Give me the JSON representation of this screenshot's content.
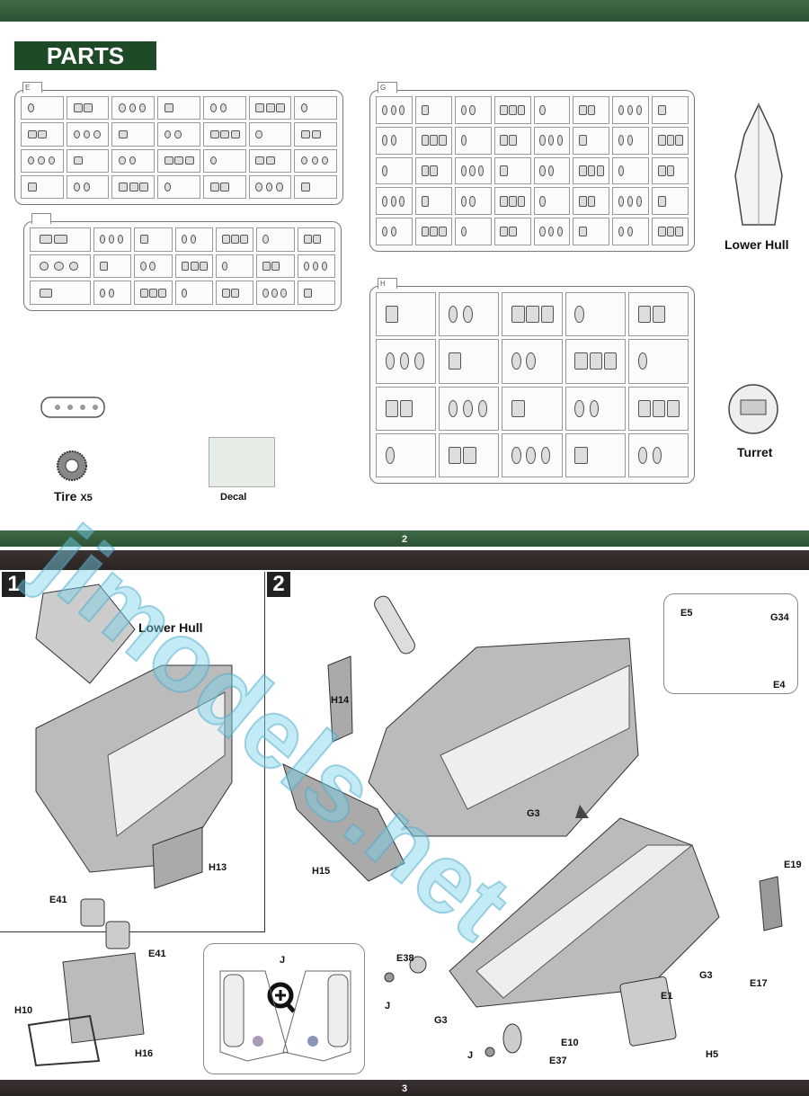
{
  "page_top": {
    "number": "2",
    "title": "PARTS",
    "sprues": [
      {
        "letter": "E"
      },
      {
        "letter": ""
      },
      {
        "letter": "G"
      },
      {
        "letter": "H"
      }
    ],
    "labels": {
      "lower_hull": "Lower Hull",
      "turret": "Turret",
      "tire": "Tire",
      "tire_qty": "X5",
      "decal": "Decal"
    }
  },
  "page_bottom": {
    "number": "3",
    "step1": {
      "number": "1",
      "labels": {
        "lower_hull": "Lower Hull",
        "h13": "H13",
        "e41a": "E41",
        "e41b": "E41",
        "h10": "H10",
        "h16": "H16"
      }
    },
    "step2": {
      "number": "2",
      "labels": {
        "e5": "E5",
        "g34": "G34",
        "e4": "E4",
        "h14": "H14",
        "h15": "H15",
        "g3a": "G3",
        "e19": "E19",
        "e17": "E17",
        "g3b": "G3",
        "e1": "E1",
        "e38": "E38",
        "j1": "J",
        "g3c": "G3",
        "e10": "E10",
        "h5": "H5",
        "j2": "J",
        "e37": "E37"
      },
      "inset": {
        "label": "J",
        "icon": "magnify-plus-icon"
      }
    }
  },
  "watermark": "jimodels.net",
  "colors": {
    "green_band": "#2d5234",
    "dark_band": "#2a2422",
    "title_bg": "#1f4a28"
  }
}
